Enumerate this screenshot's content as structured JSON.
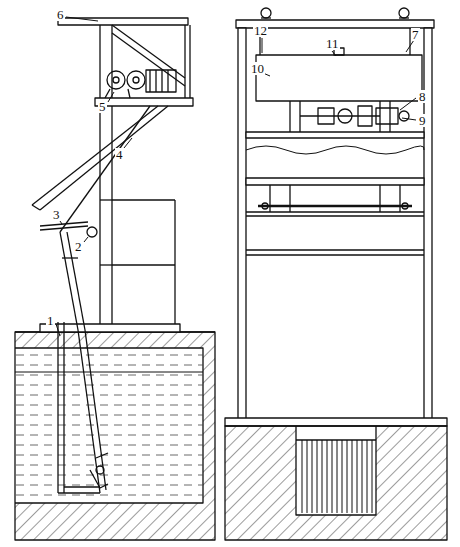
{
  "diagram": {
    "labels": [
      "6",
      "12",
      "7",
      "11",
      "10",
      "5",
      "8",
      "9",
      "4",
      "3",
      "2",
      "1"
    ]
  }
}
